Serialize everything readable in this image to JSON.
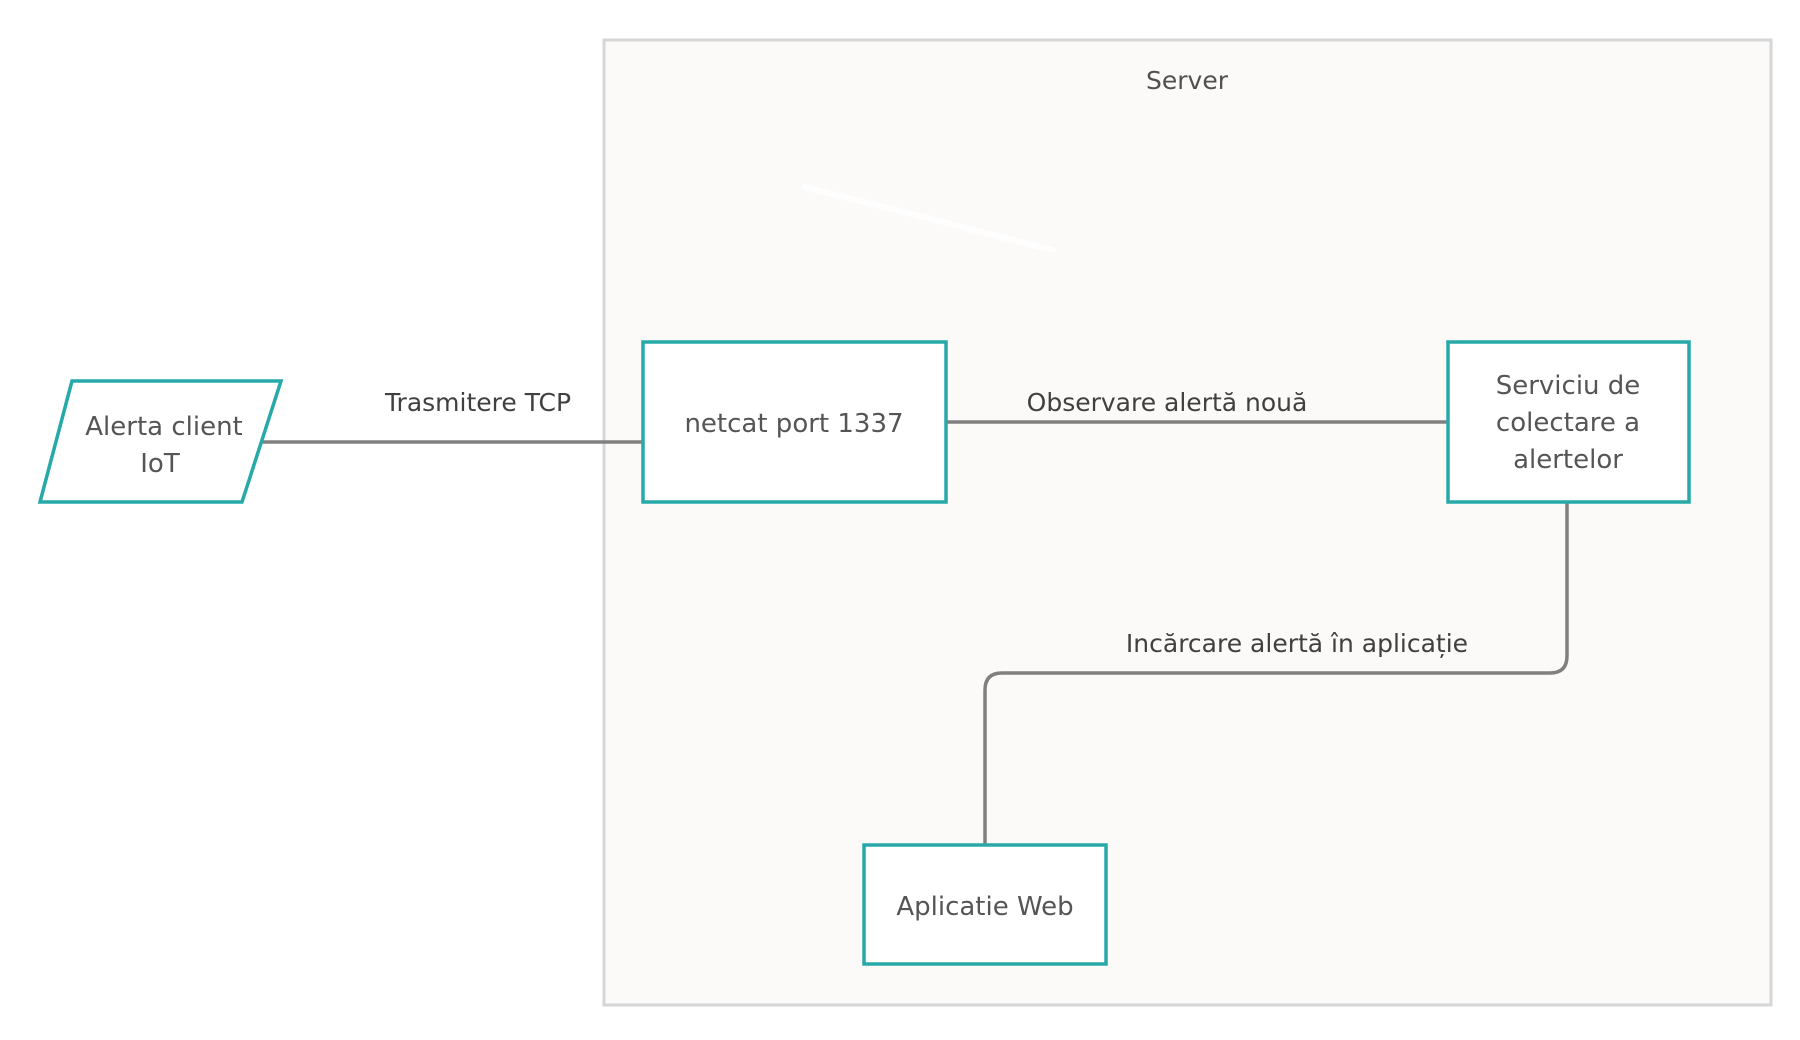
{
  "colors": {
    "node_stroke": "#26a9a8",
    "edge": "#808080",
    "group_fill": "#fbfaf9",
    "group_stroke": "#d6d6d6",
    "text": "#555555"
  },
  "group": {
    "label": "Server"
  },
  "nodes": {
    "iot_alert": {
      "lines": [
        "Alerta client",
        "IoT"
      ]
    },
    "netcat": {
      "label": "netcat port 1337"
    },
    "collector": {
      "lines": [
        "Serviciu de",
        "colectare a",
        "alertelor"
      ]
    },
    "webapp": {
      "label": "Aplicatie Web"
    }
  },
  "edges": {
    "tcp": {
      "label": "Trasmitere TCP"
    },
    "observe": {
      "label": "Observare alertă nouă"
    },
    "upload": {
      "label": "Incărcare alertă în aplicație"
    }
  }
}
